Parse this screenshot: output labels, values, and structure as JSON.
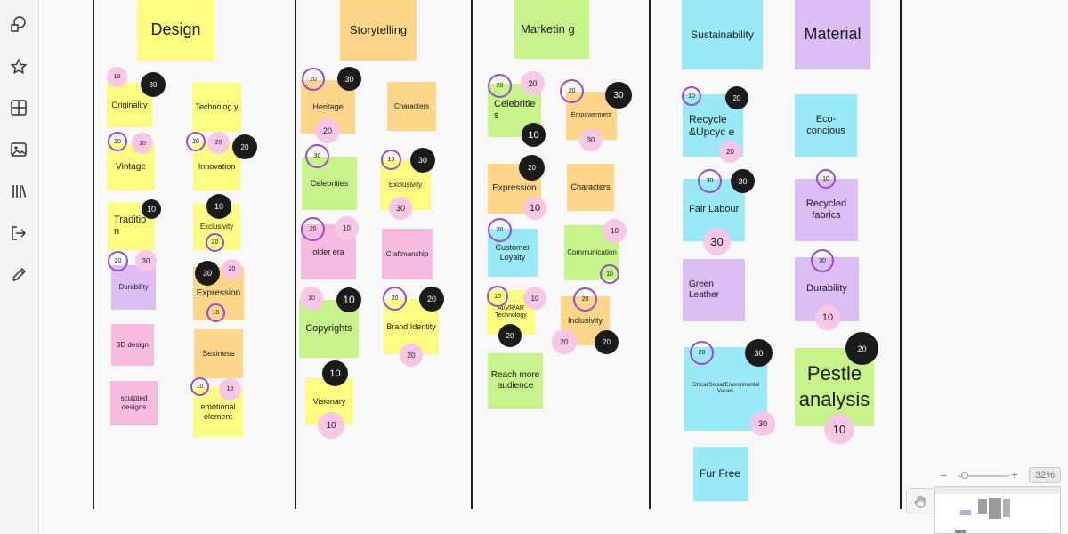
{
  "toolbar": {
    "icons": [
      "shapes-icon",
      "star-icon",
      "frame-grid-icon",
      "image-icon",
      "library-icon",
      "export-icon",
      "pen-icon"
    ]
  },
  "columns": {
    "design": {
      "title": "Design",
      "notes": [
        "Originality",
        "Technolog y",
        "Vintage",
        "Innovation",
        "Traditio n",
        "Exclusivity",
        "Durability",
        "Expression",
        "3D design",
        "Sexiness",
        "sculpted designs",
        "emotional element"
      ]
    },
    "storytelling": {
      "title": "Storytelling",
      "notes": [
        "Heritage",
        "Characters",
        "Celebrities",
        "Exclusivity",
        "older era",
        "Craftmanship",
        "Copyrights",
        "Brand Identity",
        "Visionary"
      ]
    },
    "marketing": {
      "title": "Marketin g",
      "notes": [
        "Celebritie s",
        "Empowerment",
        "Expression",
        "Characters",
        "Customer Loyalty",
        "Communication",
        "AI/VR/AR Technology",
        "Inclusivity",
        "Reach more audience"
      ]
    },
    "sustainability": {
      "title": "Sustainability",
      "title2": "Material",
      "notes": [
        "Recycle &Upcyc e",
        "Eco- concious",
        "Fair Labour",
        "Recycled fabrics",
        "Green Leather",
        "Durability",
        "Ethical/Social/Environmental Values",
        "Pestle analysis",
        "Fur Free"
      ]
    }
  },
  "votes": {
    "v10": "10",
    "v20": "20",
    "v30": "30"
  },
  "zoom": {
    "minus": "−",
    "plus": "+",
    "level": "32%"
  }
}
